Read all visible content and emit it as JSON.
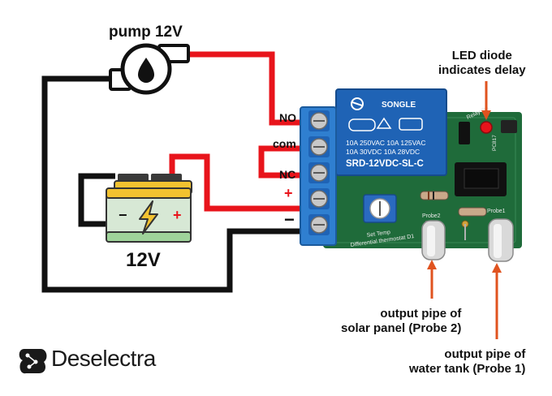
{
  "labels": {
    "pump": "pump 12V",
    "battery": "12V",
    "terminal_no": "NO",
    "terminal_com": "com",
    "terminal_nc": "NC",
    "terminal_plus": "+",
    "terminal_minus": "−",
    "led": [
      "LED diode",
      "indicates delay"
    ],
    "probe2": [
      "output pipe of",
      "solar panel (Probe 2)"
    ],
    "probe1": [
      "output pipe of",
      "water tank (Probe 1)"
    ]
  },
  "relay": {
    "brand": "SONGLE",
    "specs": [
      "10A 250VAC 10A 125VAC",
      "10A  30VDC 10A  28VDC"
    ],
    "model": "SRD-12VDC-SL-C"
  },
  "board_marks": {
    "probe1": "Probe1",
    "probe2": "Probe2",
    "set_temp": "Set Temp",
    "board_name": "Differential thermostat D1",
    "relay_on": "Relay On",
    "ic": "PC817"
  },
  "battery_signs": {
    "minus": "−",
    "plus": "+"
  },
  "logo": {
    "name": "Deselectra"
  },
  "colors": {
    "wire_red": "#e8141b",
    "wire_black": "#111111",
    "board_green": "#1f6b3a",
    "relay_blue": "#1f63b5",
    "terminal_blue": "#2f7fd0",
    "arrow": "#e0531f",
    "led": "#e8141b",
    "battery_yellow": "#f2c230"
  }
}
